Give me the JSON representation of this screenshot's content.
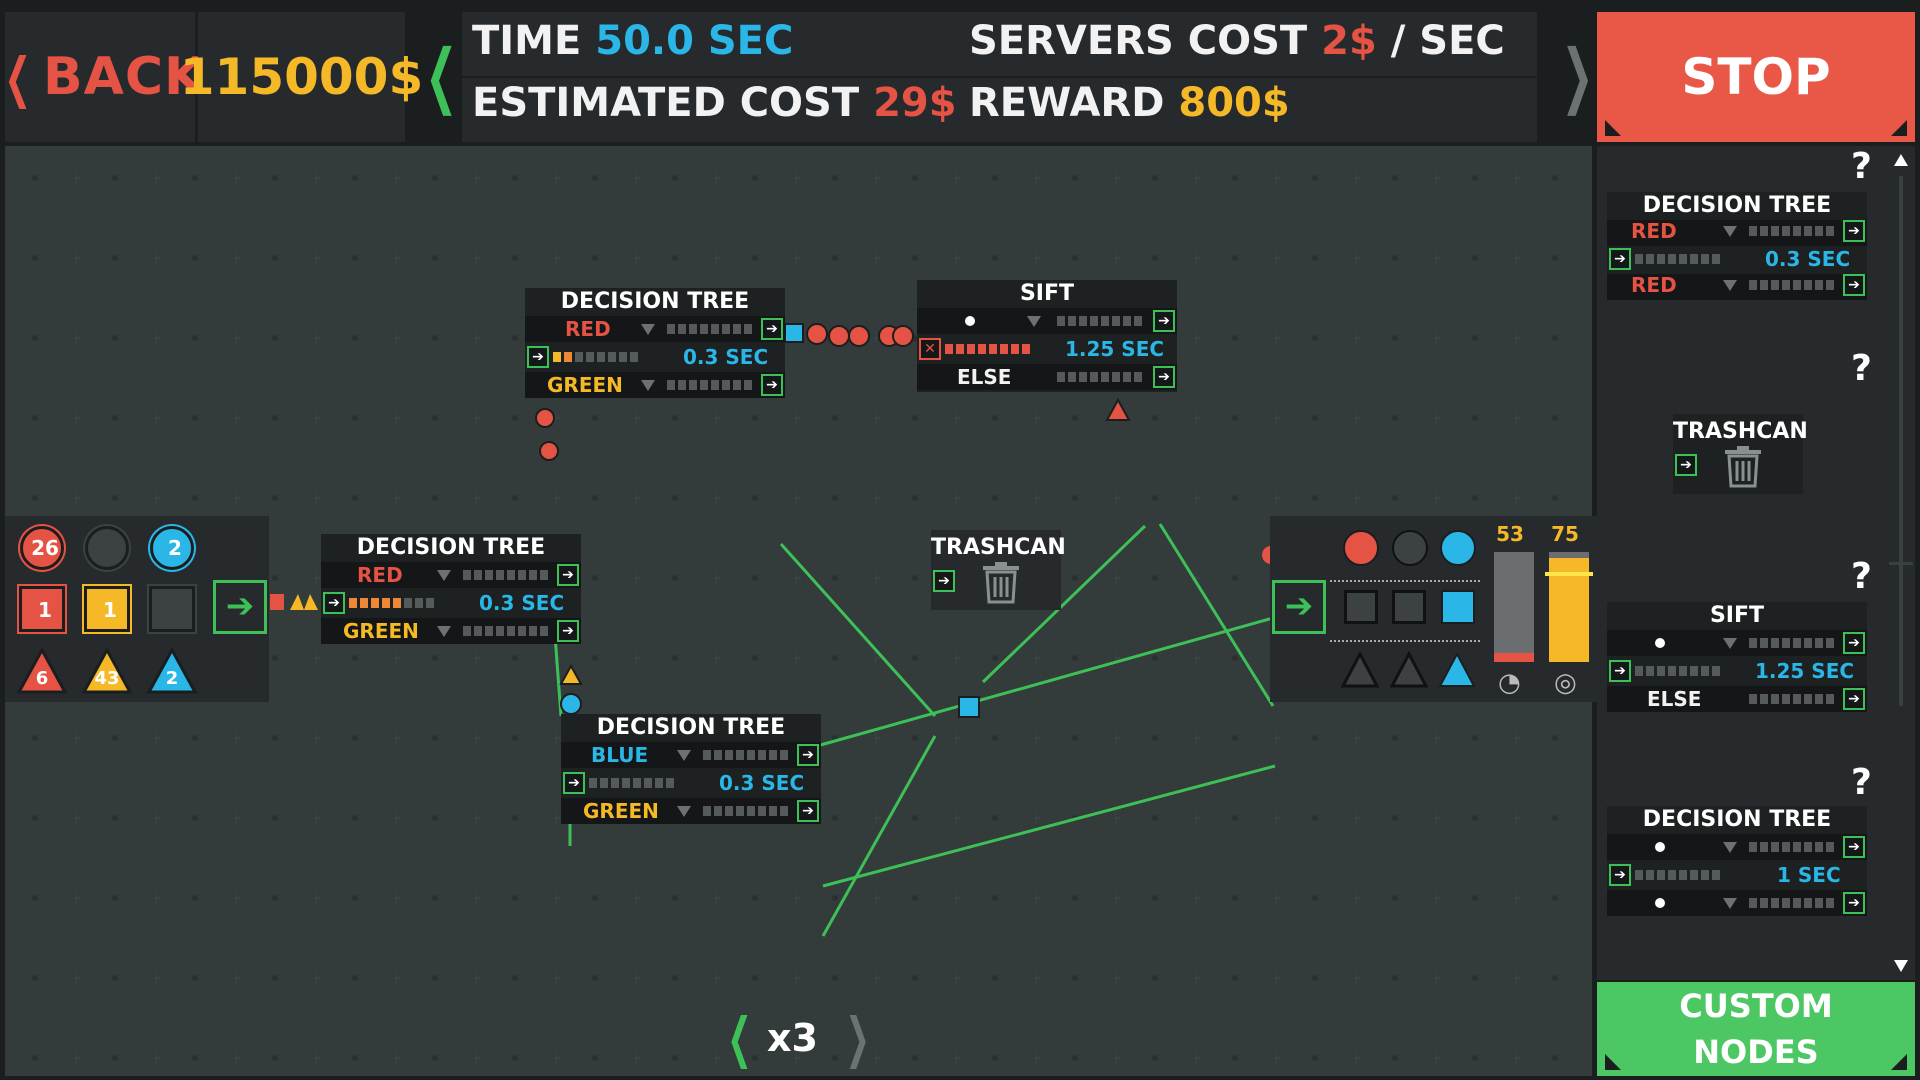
{
  "header": {
    "back_label": "BACK",
    "money": "115000$",
    "time_label": "TIME",
    "time_value": "50.0 SEC",
    "servers_label": "SERVERS COST",
    "servers_value": "2$",
    "servers_unit": "/ SEC",
    "estimated_label": "ESTIMATED COST",
    "estimated_value": "29$",
    "reward_label": "REWARD",
    "reward_value": "800$",
    "stop_label": "STOP",
    "prev_glyph": "❮",
    "next_glyph": "❯"
  },
  "source": {
    "circle_counts": [
      "26",
      "",
      "2"
    ],
    "square_counts": [
      "1",
      "1",
      ""
    ],
    "triangle_counts": [
      "6",
      "43",
      "2"
    ]
  },
  "nodes": {
    "dt1": {
      "title": "DECISION TREE COLOR",
      "top": "RED",
      "time": "0.3 SEC",
      "bottom": "GREEN"
    },
    "dt2": {
      "title": "DECISION TREE COLOR",
      "top": "RED",
      "time": "0.3 SEC",
      "bottom": "GREEN"
    },
    "dt3": {
      "title": "DECISION TREE COLOR",
      "top": "BLUE",
      "time": "0.3 SEC",
      "bottom": "GREEN"
    },
    "sift": {
      "title": "SIFT",
      "time": "1.25 SEC",
      "bottom": "ELSE"
    },
    "trash": {
      "title": "TRASHCAN"
    }
  },
  "sink": {
    "gauge_left": "53",
    "gauge_right": "75",
    "gauge_left_level": 0.08,
    "gauge_right_level": 0.95
  },
  "speed": {
    "label": "x3"
  },
  "palette": {
    "help": "?",
    "dt_color": {
      "title": "DECISION TREE COLOR",
      "top": "RED",
      "time": "0.3 SEC",
      "bottom": "RED"
    },
    "trash": {
      "title": "TRASHCAN"
    },
    "sift": {
      "title": "SIFT",
      "time": "1.25 SEC",
      "bottom": "ELSE"
    },
    "dt_shape": {
      "title": "DECISION TREE SHAPE",
      "time": "1 SEC"
    },
    "custom_line1": "CUSTOM",
    "custom_line2": "NODES"
  },
  "colors": {
    "red": "#e55344",
    "yellow": "#f5b928",
    "blue": "#2ab7e8",
    "green": "#3dc057",
    "stop": "#e95747"
  },
  "icons": [
    "back-chevron-icon",
    "chevron-left-icon",
    "chevron-right-icon",
    "arrow-right-icon",
    "trash-icon",
    "speedometer-icon",
    "target-icon",
    "scroll-up-icon",
    "scroll-down-icon"
  ]
}
